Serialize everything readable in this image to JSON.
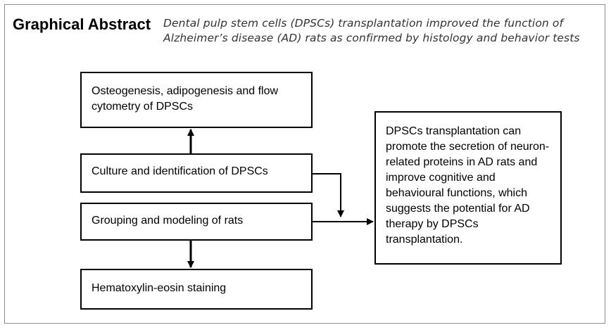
{
  "header": {
    "title": "Graphical Abstract",
    "subtitle": "Dental pulp stem cells (DPSCs) transplantation improved the function of Alzheimer’s disease (AD) rats as confirmed by histology and behavior tests"
  },
  "boxes": {
    "osteogenesis": "Osteogenesis, adipogenesis and flow cytometry of DPSCs",
    "culture": "Culture and identification of DPSCs",
    "grouping": "Grouping and modeling of rats",
    "he_staining": "Hematoxylin-eosin staining",
    "conclusion": "DPSCs transplantation can promote the secretion of neuron-related proteins in AD rats and improve cognitive and behavioural functions, which suggests the potential for AD therapy by DPSCs transplantation."
  }
}
